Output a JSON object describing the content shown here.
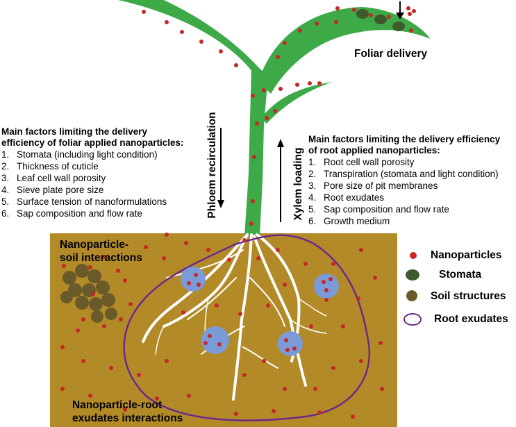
{
  "labels": {
    "foliar_delivery": "Foliar delivery",
    "phloem_recirculation": "Phloem recirculation",
    "xylem_loading": "Xylem loading",
    "soil_interactions": [
      "Nanoparticle-",
      "soil interactions"
    ],
    "root_exudate_interactions": [
      "Nanoparticle-root",
      "exudates interactions"
    ]
  },
  "foliar_factors": {
    "heading": [
      "Main factors limiting the delivery",
      "efficiency of foliar applied nanoparticles:"
    ],
    "items": [
      {
        "n": "1.",
        "text": "Stomata (including light condition)"
      },
      {
        "n": "2.",
        "text": "Thickness of cuticle"
      },
      {
        "n": "3.",
        "text": "Leaf cell wall porosity"
      },
      {
        "n": "4.",
        "text": "Sieve plate pore size"
      },
      {
        "n": "5.",
        "text": "Surface tension of nanoformulations"
      },
      {
        "n": "6.",
        "text": "Sap composition and flow rate"
      }
    ]
  },
  "root_factors": {
    "heading": [
      "Main factors limiting the delivery efficiency",
      "of root applied nanoparticles:"
    ],
    "items": [
      {
        "n": "1.",
        "text": "Root cell wall porosity"
      },
      {
        "n": "2.",
        "text": "Transpiration (stomata and light condition)"
      },
      {
        "n": "3.",
        "text": "Pore size of pit membranes"
      },
      {
        "n": "4.",
        "text": "Root exudates"
      },
      {
        "n": "5.",
        "text": "Sap composition and flow rate"
      },
      {
        "n": "6.",
        "text": "Growth medium"
      }
    ]
  },
  "legend": {
    "nanoparticles": "Nanoparticles",
    "stomata": "Stomata",
    "soil_structures": "Soil structures",
    "root_exudates": "Root exudates"
  },
  "colors": {
    "plant_green": "#3daa47",
    "soil": "#b38a28",
    "nanoparticle": "#c62828",
    "stomata": "#3e5a2a",
    "soil_structure": "#6a5a2a",
    "exudate_outline": "#6a2a8a",
    "exudate_fill": "#7a9ad8",
    "root": "#ffffff"
  }
}
